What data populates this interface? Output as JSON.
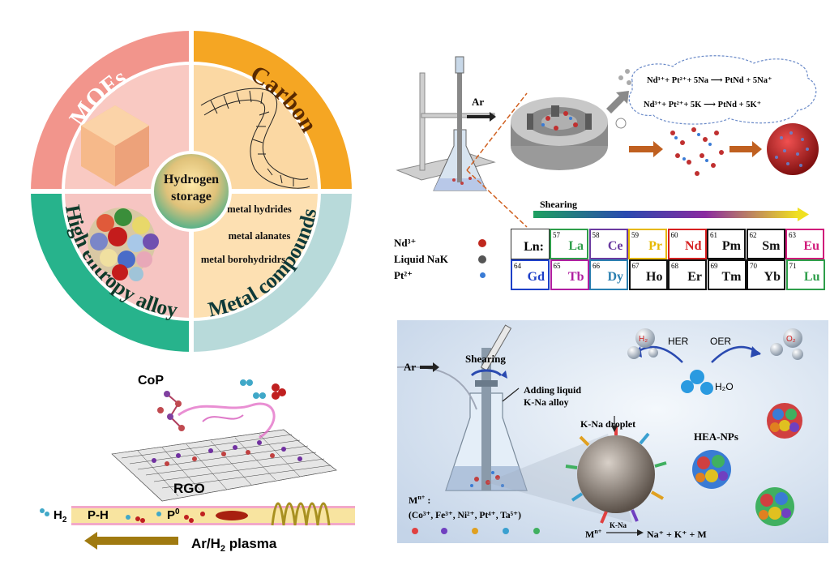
{
  "circle": {
    "center": "Hydrogen storage",
    "center_line1": "Hydrogen",
    "center_line2": "storage",
    "q_mofs": "MOFs",
    "q_carbon": "Carbon",
    "q_hea": "High entropy alloy",
    "q_metal": "Metal compounds",
    "metal_items": [
      "metal hydrides",
      "metal alanates",
      "metal borohydridrs"
    ],
    "colors": {
      "mofs": "#f4a7a0",
      "carbon": "#f5a623",
      "hea": "#26b58e",
      "metal": "#b9dcdc"
    }
  },
  "cop_panel": {
    "cop": "CoP",
    "rgo": "RGO",
    "h2": "H",
    "h2_sub": "2",
    "ph": "P-H",
    "p0": "P",
    "p0_sup": "0",
    "plasma": "Ar/H",
    "plasma_sub": "2",
    "plasma_tail": " plasma"
  },
  "ptnd_panel": {
    "ar": "Ar",
    "shearing": "Shearing",
    "eq1": "Nd³⁺+ Pt²⁺+ 5Na ⟶ PtNd + 5Na⁺",
    "eq2": "Nd³⁺+ Pt²⁺+ 5K ⟶ PtNd + 5K⁺",
    "legend": [
      {
        "label": "Nd³⁺",
        "color": "#c0281e"
      },
      {
        "label": "Liquid NaK",
        "color": "#555555"
      },
      {
        "label": "Pt²⁺",
        "color": "#3a7bd5"
      }
    ],
    "ln_label": "Ln:",
    "lanthanides_row1": [
      {
        "num": "57",
        "sym": "La",
        "color": "#2e9e4a"
      },
      {
        "num": "58",
        "sym": "Ce",
        "color": "#6a3aa0"
      },
      {
        "num": "59",
        "sym": "Pr",
        "color": "#e6b800"
      },
      {
        "num": "60",
        "sym": "Nd",
        "color": "#d62020"
      },
      {
        "num": "61",
        "sym": "Pm",
        "color": "#111111"
      },
      {
        "num": "62",
        "sym": "Sm",
        "color": "#111111"
      },
      {
        "num": "63",
        "sym": "Eu",
        "color": "#d01a7a"
      }
    ],
    "lanthanides_row2": [
      {
        "num": "64",
        "sym": "Gd",
        "color": "#1e40c8"
      },
      {
        "num": "65",
        "sym": "Tb",
        "color": "#b01ea0"
      },
      {
        "num": "66",
        "sym": "Dy",
        "color": "#2a7fb0"
      },
      {
        "num": "67",
        "sym": "Ho",
        "color": "#111111"
      },
      {
        "num": "68",
        "sym": "Er",
        "color": "#111111"
      },
      {
        "num": "69",
        "sym": "Tm",
        "color": "#111111"
      },
      {
        "num": "70",
        "sym": "Yb",
        "color": "#111111"
      },
      {
        "num": "71",
        "sym": "Lu",
        "color": "#2e9e4a"
      }
    ]
  },
  "hea_panel": {
    "ar": "Ar",
    "shearing": "Shearing",
    "adding1": "Adding liquid",
    "adding2": "K-Na alloy",
    "droplet": "K-Na droplet",
    "hea_nps": "HEA-NPs",
    "mn": "M",
    "mn_sup": "n+",
    "mn_colon": " :",
    "ions": "(Co³⁺, Fe³⁺, Ni²⁺, Pt⁴⁺, Ta⁵⁺)",
    "k_na": "K-Na",
    "reaction_rhs": "Na⁺ + K⁺ + M",
    "her": "HER",
    "oer": "OER",
    "h2o": "H₂O",
    "h2": "H₂",
    "o2": "O₂"
  }
}
